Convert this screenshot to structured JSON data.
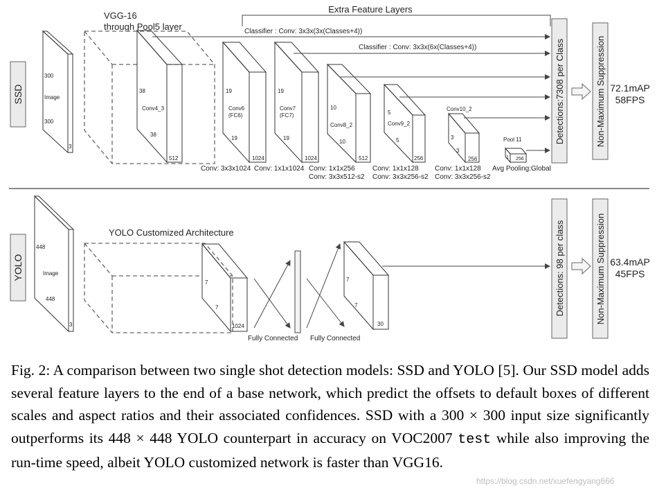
{
  "ssd": {
    "side_label": "SSD",
    "vgg_label_1": "VGG-16",
    "vgg_label_2": "through Pool5 layer",
    "extra_label": "Extra Feature Layers",
    "classifier_1": "Classifier : Conv: 3x3x(3x(Classes+4))",
    "classifier_2": "Classifier : Conv: 3x3x(6x(Classes+4))",
    "image": {
      "top": "300",
      "name": "Image",
      "bottom": "300",
      "depth": "3"
    },
    "conv4": {
      "top": "38",
      "name": "Conv4_3",
      "bottom": "38",
      "depth": "512"
    },
    "conv6": {
      "top": "19",
      "name1": "Conv6",
      "name2": "(FC6)",
      "bottom": "19",
      "depth": "1024"
    },
    "conv7": {
      "top": "19",
      "name1": "Conv7",
      "name2": "(FC7)",
      "bottom": "19",
      "depth": "1024"
    },
    "conv8": {
      "top": "10",
      "name": "Conv8_2",
      "bottom": "10",
      "depth": "512"
    },
    "conv9": {
      "top": "5",
      "name": "Conv9_2",
      "bottom": "5",
      "depth": "256"
    },
    "conv10": {
      "name": "Conv10_2",
      "top": "3",
      "bottom": "3",
      "depth": "256"
    },
    "pool11": {
      "name": "Pool 11",
      "top": "1",
      "depth": "256"
    },
    "below": {
      "c6": "Conv: 3x3x1024",
      "c7": "Conv: 1x1x1024",
      "c8a": "Conv: 1x1x256",
      "c8b": "Conv:  3x3x512-s2",
      "c9a": "Conv: 1x1x128",
      "c9b": "Conv: 3x3x256-s2",
      "c10a": "Conv: 1x1x128",
      "c10b": "Conv: 3x3x256-s2",
      "pool": "Avg Pooling:Global"
    },
    "detections": "Detections:7308  per Class",
    "nms": "Non-Maximum Suppression",
    "map": "72.1mAP",
    "fps": "58FPS"
  },
  "yolo": {
    "side_label": "YOLO",
    "arch_label": "YOLO Customized Architecture",
    "image": {
      "top": "448",
      "name": "Image",
      "bottom": "448",
      "depth": "3"
    },
    "feat": {
      "top": "7",
      "bottom": "7",
      "depth": "1024"
    },
    "out": {
      "top": "7",
      "bottom": "7",
      "depth": "30"
    },
    "fc1": "Fully Connected",
    "fc2": "Fully Connected",
    "detections": "Detections: 98 per class",
    "nms": "Non-Maximum Suppression",
    "map": "63.4mAP",
    "fps": "45FPS"
  },
  "caption": {
    "part1": "Fig. 2: A comparison between two single shot detection models: SSD and YOLO [5]. Our SSD model adds several feature layers to the end of a base network, which predict the offsets to default boxes of different scales and aspect ratios and their associated confidences. SSD with a 300 × 300 input size significantly outperforms its 448 × 448 YOLO counterpart in accuracy on VOC2007 ",
    "code": "test",
    "part2": " while also improving the run-time speed, albeit YOLO customized network is faster than VGG16."
  },
  "watermark": "https://blog.csdn.net/xuefengyang666"
}
